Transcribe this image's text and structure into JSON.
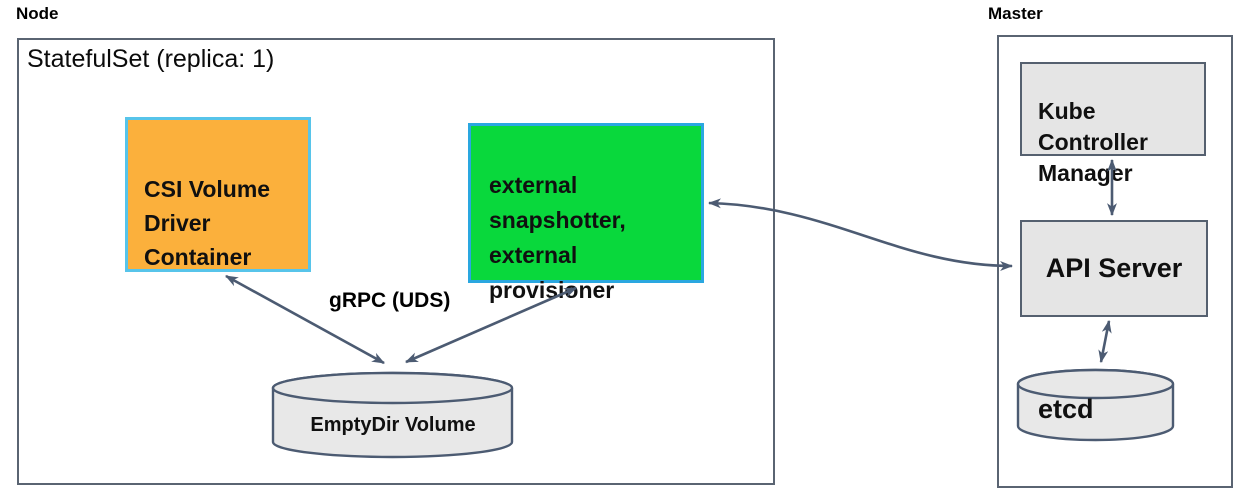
{
  "diagram": {
    "node_section": {
      "label": "Node",
      "statefulset_title": "StatefulSet (replica: 1)",
      "csi_driver_box": {
        "text": "CSI Volume\nDriver\nContainer",
        "fill": "#fbb03c",
        "border": "#57c4ea"
      },
      "sidecar_box": {
        "text": "external\nsnapshotter,\nexternal\nprovisioner",
        "fill": "#09d83c",
        "border": "#2aa7e0"
      },
      "grpc_label": "gRPC (UDS)",
      "emptydir_cylinder": {
        "text": "EmptyDir Volume",
        "fill": "#e8e8e8",
        "border": "#4c5b72"
      }
    },
    "master_section": {
      "label": "Master",
      "kube_controller_manager_box": {
        "text": "Kube\nController\nManager",
        "fill": "#e5e5e5",
        "border": "#55606f"
      },
      "api_server_box": {
        "text": "API Server",
        "fill": "#e5e5e5",
        "border": "#55606f"
      },
      "etcd_cylinder": {
        "text": "etcd",
        "fill": "#e8e8e8",
        "border": "#4c5b72"
      }
    },
    "colors": {
      "arrow": "#4c5b72",
      "outer_border": "#5a6472",
      "background": "#ffffff",
      "text": "#111111"
    }
  }
}
